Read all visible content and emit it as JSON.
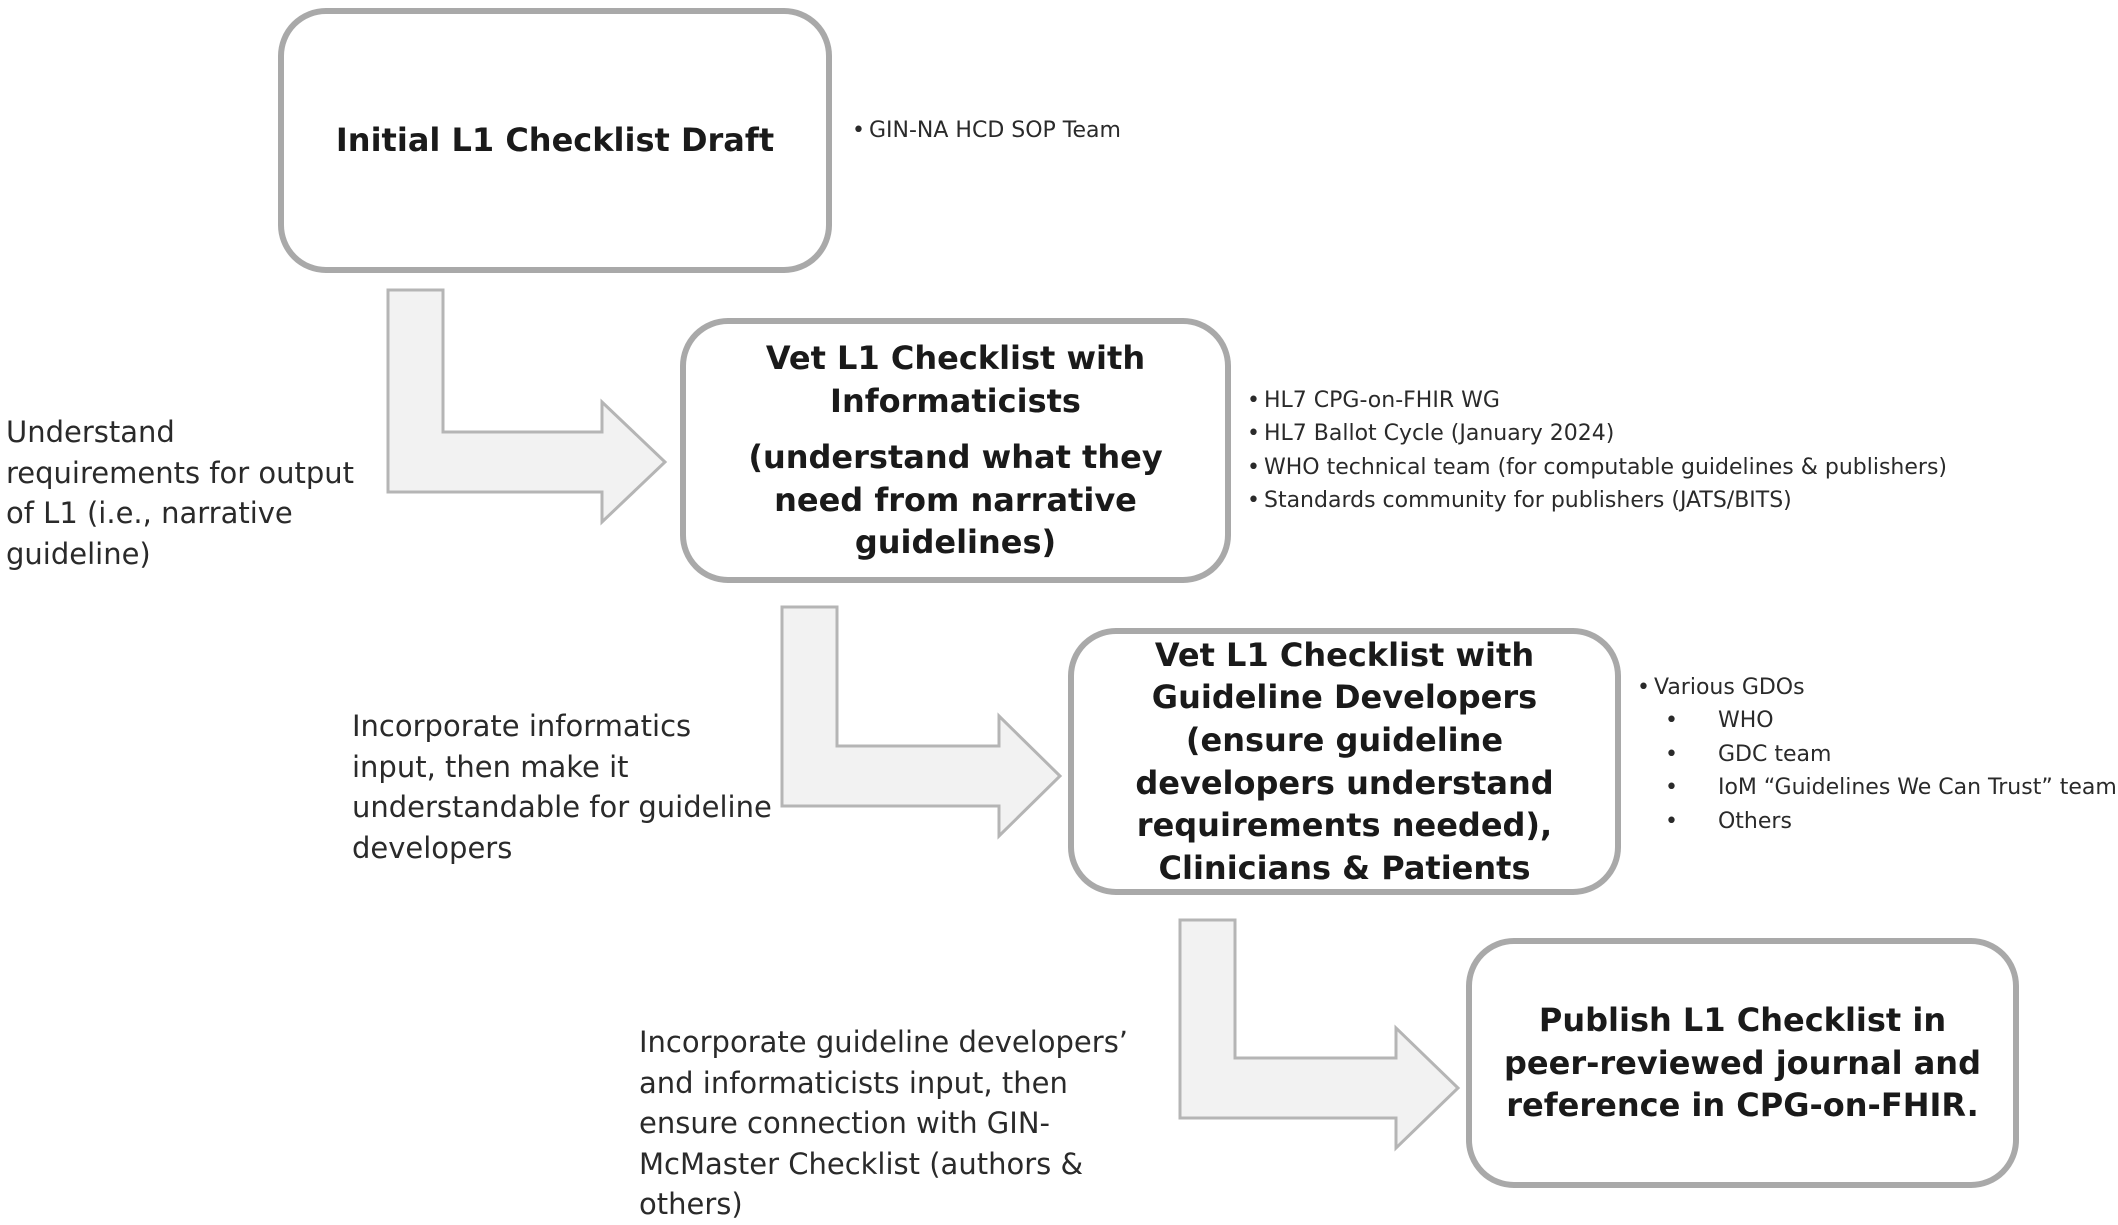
{
  "boxes": {
    "box1": {
      "title": "Initial L1 Checklist Draft"
    },
    "box2": {
      "title": "Vet L1 Checklist with Informaticists",
      "subtitle": "(understand what they need from narrative guidelines)"
    },
    "box3": {
      "title": "Vet L1 Checklist with Guideline Developers (ensure guideline developers understand requirements needed), Clinicians & Patients"
    },
    "box4": {
      "title": "Publish L1 Checklist in peer-reviewed journal and reference in CPG-on-FHIR."
    }
  },
  "bullets": {
    "box1": [
      "GIN-NA HCD SOP Team"
    ],
    "box2": [
      "HL7 CPG-on-FHIR WG",
      "HL7 Ballot Cycle (January 2024)",
      "WHO technical team (for computable guidelines & publishers)",
      "Standards community for publishers (JATS/BITS)"
    ],
    "box3": {
      "head": "Various GDOs",
      "items": [
        "WHO",
        "GDC team",
        "IoM “Guidelines We Can Trust” team",
        "Others"
      ]
    }
  },
  "side_notes": {
    "note1": "Understand requirements for output of L1 (i.e., narrative guideline)",
    "note2": "Incorporate informatics input, then make it understandable for guideline developers",
    "note3": "Incorporate guideline developers’ and informaticists input, then ensure connection with GIN-McMaster Checklist (authors & others)"
  },
  "colors": {
    "box_border": "#a9a9a9",
    "arrow_fill": "#f2f2f2",
    "arrow_stroke": "#b5b5b5"
  }
}
